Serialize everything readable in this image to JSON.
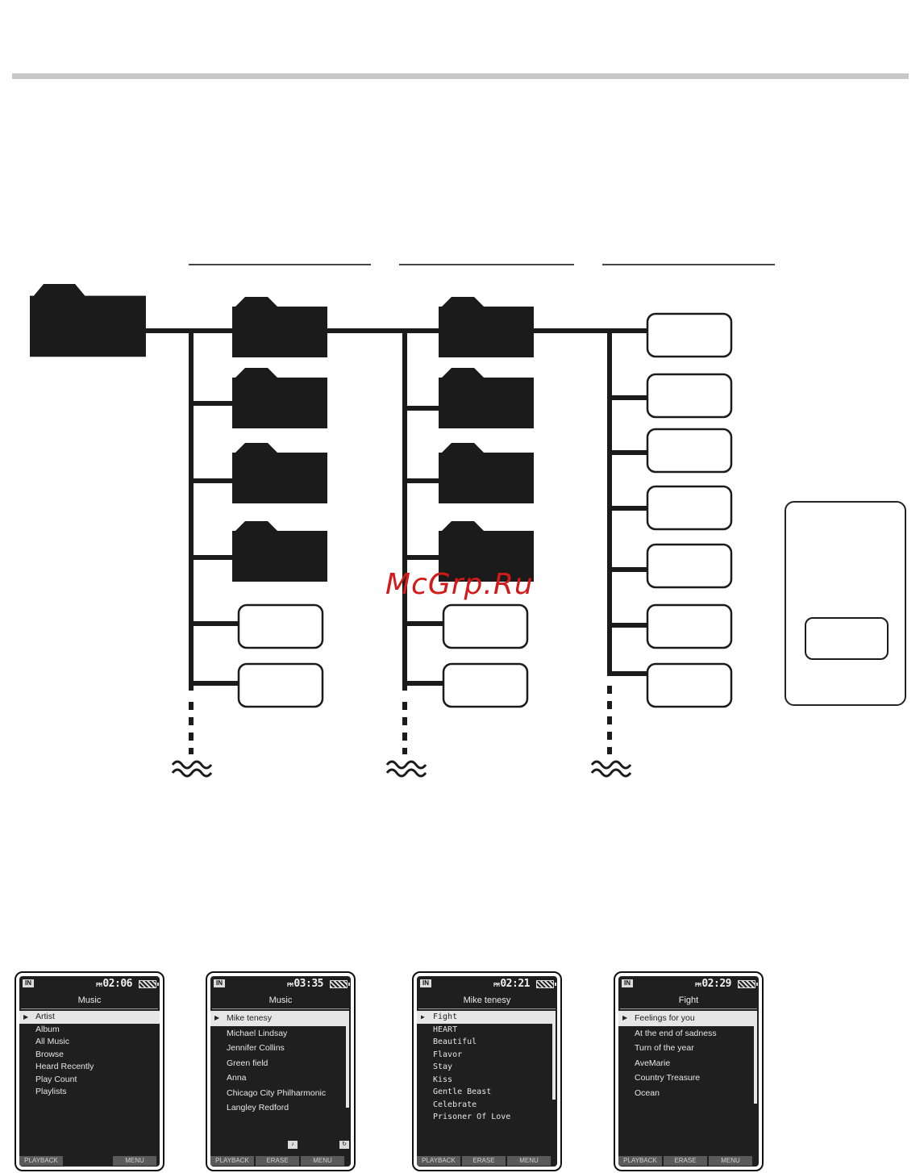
{
  "watermark": "McGrp.Ru",
  "screens": [
    {
      "clock": "02:06",
      "pm": "PM",
      "in_label": "IN",
      "title": "Music",
      "items": [
        "Artist",
        "Album",
        "All Music",
        "Browse",
        "Heard Recently",
        "Play Count",
        "Playlists"
      ],
      "selected": 0,
      "keys": [
        "PLAYBACK",
        "MENU"
      ]
    },
    {
      "clock": "03:35",
      "pm": "PM",
      "in_label": "IN",
      "title": "Music",
      "items": [
        "Mike tenesy",
        "Michael Lindsay",
        "Jennifer Collins",
        "Green field",
        "Anna",
        "Chicago City Philharmonic",
        "Langley Redford"
      ],
      "selected": 0,
      "keys": [
        "PLAYBACK",
        "ERASE",
        "MENU"
      ]
    },
    {
      "clock": "02:21",
      "pm": "PM",
      "in_label": "IN",
      "title": "Mike tenesy",
      "items": [
        "Fight",
        "HEART",
        "Beautiful",
        "Flavor",
        "Stay",
        "Kiss",
        "Gentle Beast",
        "Celebrate",
        "Prisoner Of Love"
      ],
      "selected": 0,
      "keys": [
        "PLAYBACK",
        "ERASE",
        "MENU"
      ]
    },
    {
      "clock": "02:29",
      "pm": "PM",
      "in_label": "IN",
      "title": "Fight",
      "items": [
        "Feelings for you",
        "At the end of sadness",
        "Turn of the year",
        "AveMarie",
        "Country Treasure",
        "Ocean"
      ],
      "selected": 0,
      "keys": [
        "PLAYBACK",
        "ERASE",
        "MENU"
      ]
    }
  ]
}
